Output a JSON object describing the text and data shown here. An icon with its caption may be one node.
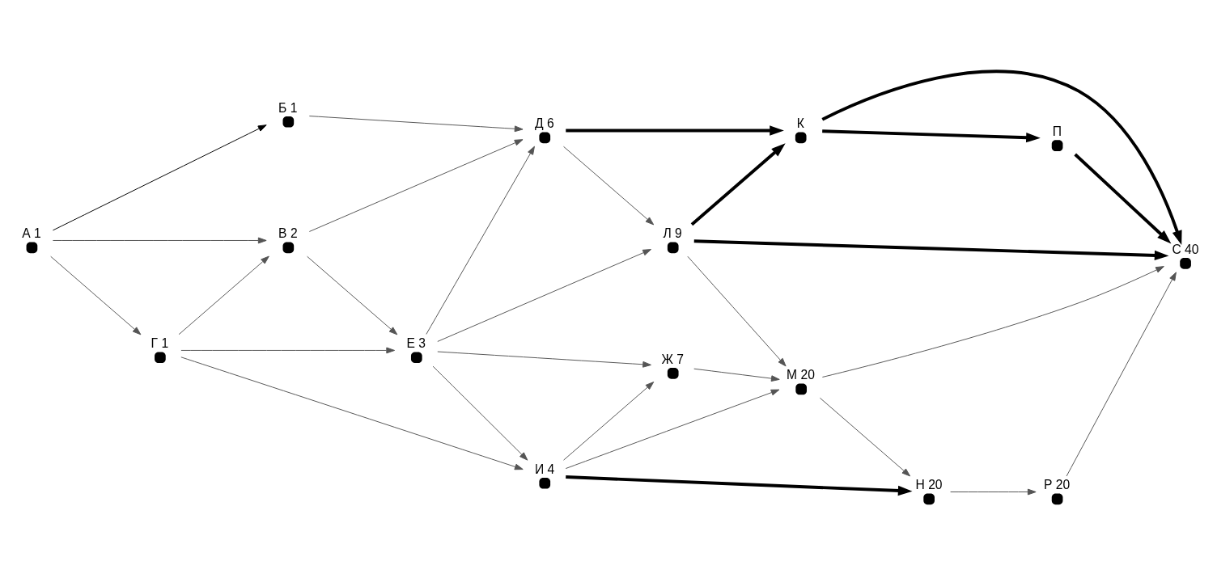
{
  "diagram": {
    "nodes": [
      {
        "text": [],
        "shape": "circle",
        "beside": [
          "А",
          "1"
        ]
      },
      {
        "text": [],
        "shape": "circle",
        "beside": [
          "Б",
          "1"
        ]
      },
      {
        "text": [],
        "shape": "circle",
        "beside": [
          "В",
          "2"
        ]
      },
      {
        "text": [],
        "shape": "circle",
        "beside": [
          "Г",
          "1"
        ]
      },
      {
        "text": [],
        "shape": "circle",
        "beside": [
          "Д",
          "6"
        ]
      },
      {
        "text": [],
        "shape": "circle",
        "beside": [
          "Е",
          "3"
        ]
      },
      {
        "text": [],
        "shape": "circle",
        "beside": [
          "Ж",
          "7"
        ]
      },
      {
        "text": [],
        "shape": "circle",
        "beside": [
          "И",
          "4"
        ]
      },
      {
        "text": [],
        "shape": "circle",
        "beside": [
          "К"
        ]
      },
      {
        "text": [],
        "shape": "circle",
        "beside": [
          "Л",
          "9"
        ]
      },
      {
        "text": [],
        "shape": "circle",
        "beside": [
          "М",
          "20"
        ]
      },
      {
        "text": [],
        "shape": "circle",
        "beside": [
          "Н",
          "20"
        ]
      },
      {
        "text": [],
        "shape": "circle",
        "beside": [
          "П"
        ]
      },
      {
        "text": [],
        "shape": "circle",
        "beside": [
          "Р",
          "20"
        ]
      },
      {
        "text": [],
        "shape": "circle",
        "beside": [
          "С",
          "40"
        ]
      }
    ],
    "edges": [
      {
        "from": 0,
        "to": 1,
        "arrow": "to",
        "color": "#000000"
      },
      {
        "from": 0,
        "to": 2,
        "arrow": "to"
      },
      {
        "from": 0,
        "to": 3,
        "arrow": "to"
      },
      {
        "from": 1,
        "to": 4,
        "arrow": "to"
      },
      {
        "from": 2,
        "to": 4,
        "arrow": "to"
      },
      {
        "from": 2,
        "to": 5,
        "arrow": "to"
      },
      {
        "from": 3,
        "to": 2,
        "arrow": "to"
      },
      {
        "from": 3,
        "to": 5,
        "arrow": "to"
      },
      {
        "from": 3,
        "to": 7,
        "arrow": "to"
      },
      {
        "from": 4,
        "to": 8,
        "arrow": "to",
        "style": "thick",
        "color": "#000000"
      },
      {
        "from": 4,
        "to": 9,
        "arrow": "to"
      },
      {
        "from": 5,
        "to": 4,
        "arrow": "to"
      },
      {
        "from": 5,
        "to": 9,
        "arrow": "to"
      },
      {
        "from": 5,
        "to": 6,
        "arrow": "to"
      },
      {
        "from": 5,
        "to": 7,
        "arrow": "to"
      },
      {
        "from": 7,
        "to": 6,
        "arrow": "to"
      },
      {
        "from": 7,
        "to": 10,
        "arrow": "to"
      },
      {
        "from": 7,
        "to": 11,
        "arrow": "to",
        "style": "thick",
        "color": "#000000"
      },
      {
        "from": 6,
        "to": 10,
        "arrow": "to"
      },
      {
        "from": 9,
        "to": 8,
        "arrow": "to",
        "style": "thick",
        "color": "#000000"
      },
      {
        "from": 9,
        "to": 10,
        "arrow": "to"
      },
      {
        "from": 9,
        "to": 14,
        "arrow": "to",
        "style": "thick",
        "color": "#000000"
      },
      {
        "from": 8,
        "to": 12,
        "arrow": "to",
        "style": "thick",
        "color": "#000000"
      },
      {
        "from": 8,
        "to": 14,
        "arrow": "to",
        "style": "thick",
        "color": "#000000"
      },
      {
        "from": 12,
        "to": 14,
        "arrow": "to",
        "style": "thick",
        "color": "#000000"
      },
      {
        "from": 10,
        "to": 14,
        "arrow": "to"
      },
      {
        "from": 10,
        "to": 11,
        "arrow": "to"
      },
      {
        "from": 11,
        "to": 13,
        "arrow": "to"
      },
      {
        "from": 13,
        "to": 14,
        "arrow": "to"
      }
    ]
  }
}
